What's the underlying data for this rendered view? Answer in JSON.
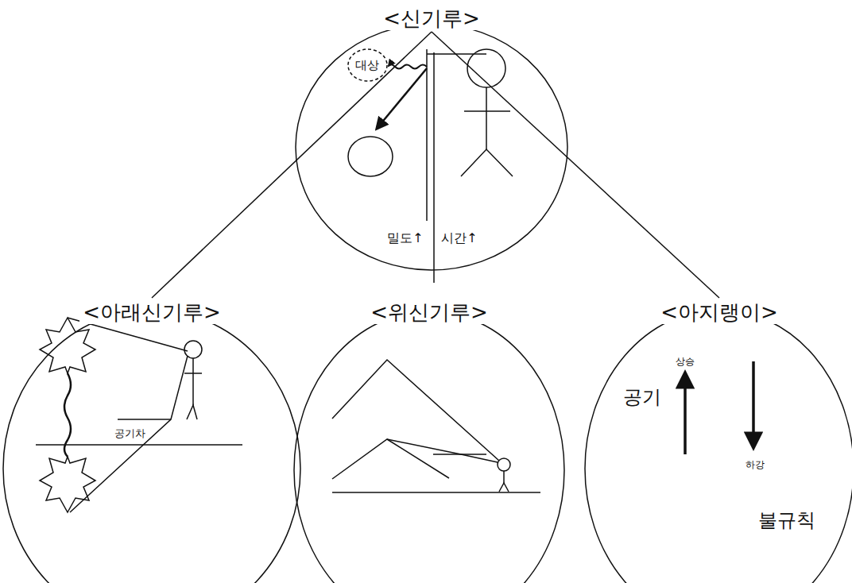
{
  "diagram": {
    "nodes": [
      {
        "text": [
          "<신기루>"
        ]
      },
      {
        "text": [
          "대상"
        ],
        "in": 0
      },
      {
        "text": [
          "<아래신기루>"
        ]
      },
      {
        "text": [
          "<위신기루>"
        ]
      },
      {
        "text": [
          "<아지랭이>"
        ]
      }
    ],
    "edges": [
      {
        "from": 0,
        "to": 2,
        "arrow": "none"
      },
      {
        "from": 0,
        "to": 4,
        "arrow": "none"
      }
    ],
    "labels": [
      "밀도↑",
      "시간↑",
      "공기차",
      "상승",
      "공기",
      "하강",
      "불규칙"
    ]
  }
}
